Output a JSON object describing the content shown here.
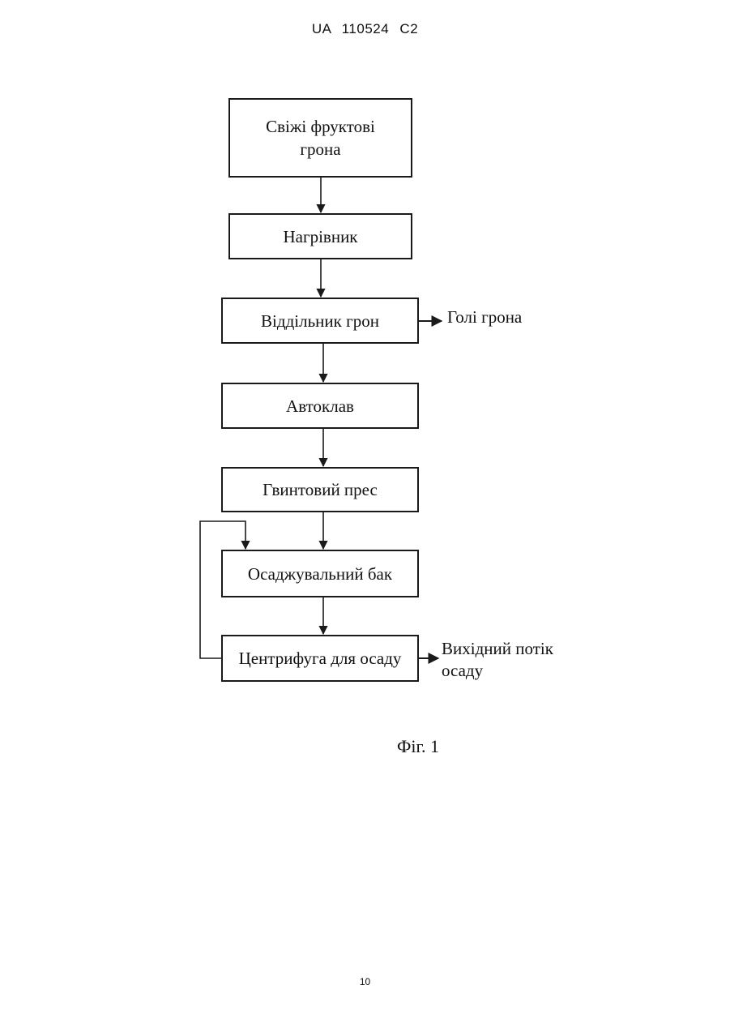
{
  "document": {
    "header": "UA 110524 C2",
    "page_number": "10",
    "figure_caption": "Фіг. 1"
  },
  "flowchart": {
    "boxes": [
      {
        "id": "fresh-fruit-bunches",
        "lines": [
          "Свіжі фруктові",
          "грона"
        ]
      },
      {
        "id": "heater",
        "lines": [
          "Нагрівник"
        ]
      },
      {
        "id": "bunch-separator",
        "lines": [
          "Віддільник грон"
        ]
      },
      {
        "id": "autoclave",
        "lines": [
          "Автоклав"
        ]
      },
      {
        "id": "screw-press",
        "lines": [
          "Гвинтовий прес"
        ]
      },
      {
        "id": "settling-tank",
        "lines": [
          "Осаджувальний бак"
        ]
      },
      {
        "id": "sludge-centrifuge",
        "lines": [
          "Центрифуга для осаду"
        ]
      }
    ],
    "outputs": {
      "empty_bunches": "Голі грона",
      "sludge_outflow_line1": "Вихідний потік",
      "sludge_outflow_line2": "осаду"
    }
  }
}
